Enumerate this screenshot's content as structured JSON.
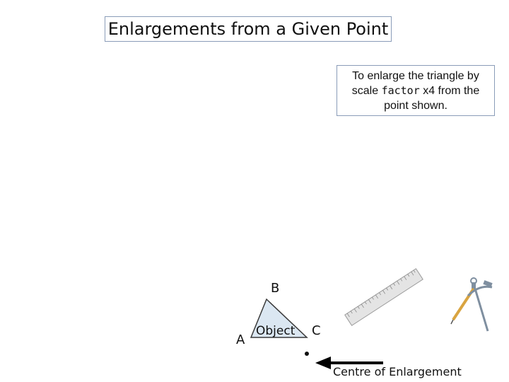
{
  "title": "Enlargements from a Given Point",
  "instruction": {
    "part1": "To enlarge the triangle by scale ",
    "keyword": "factor",
    "part2": " x4 from the point shown."
  },
  "vertices": {
    "a": "A",
    "b": "B",
    "c": "C"
  },
  "object_label": "Object",
  "centre_label": "Centre of Enlargement",
  "colors": {
    "triangle_fill": "#dbe7f2",
    "triangle_stroke": "#3a3a3a",
    "ruler_fill": "#e4e4e4",
    "compass_gold": "#d9a440",
    "compass_grey": "#7f8fa0",
    "border": "#8a9cb8"
  },
  "icons": [
    "ruler-icon",
    "compass-icon",
    "arrow-icon"
  ]
}
